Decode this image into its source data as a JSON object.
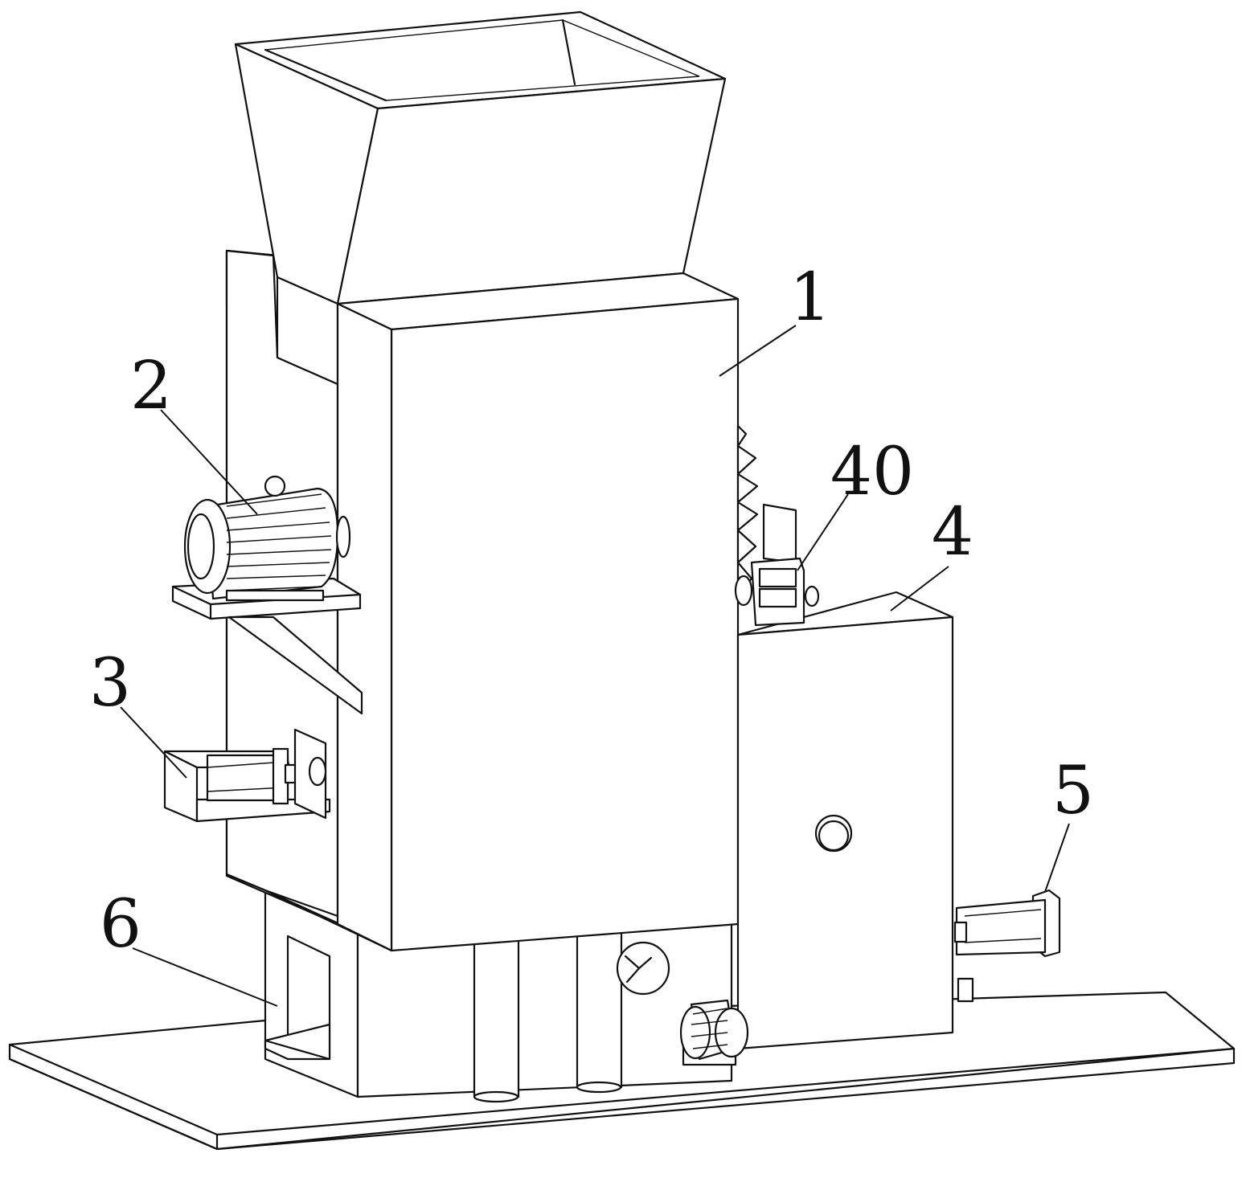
{
  "callouts": [
    {
      "id": "1",
      "label": "1"
    },
    {
      "id": "2",
      "label": "2"
    },
    {
      "id": "3",
      "label": "3"
    },
    {
      "id": "4",
      "label": "4"
    },
    {
      "id": "5",
      "label": "5"
    },
    {
      "id": "6",
      "label": "6"
    },
    {
      "id": "40",
      "label": "40"
    }
  ]
}
